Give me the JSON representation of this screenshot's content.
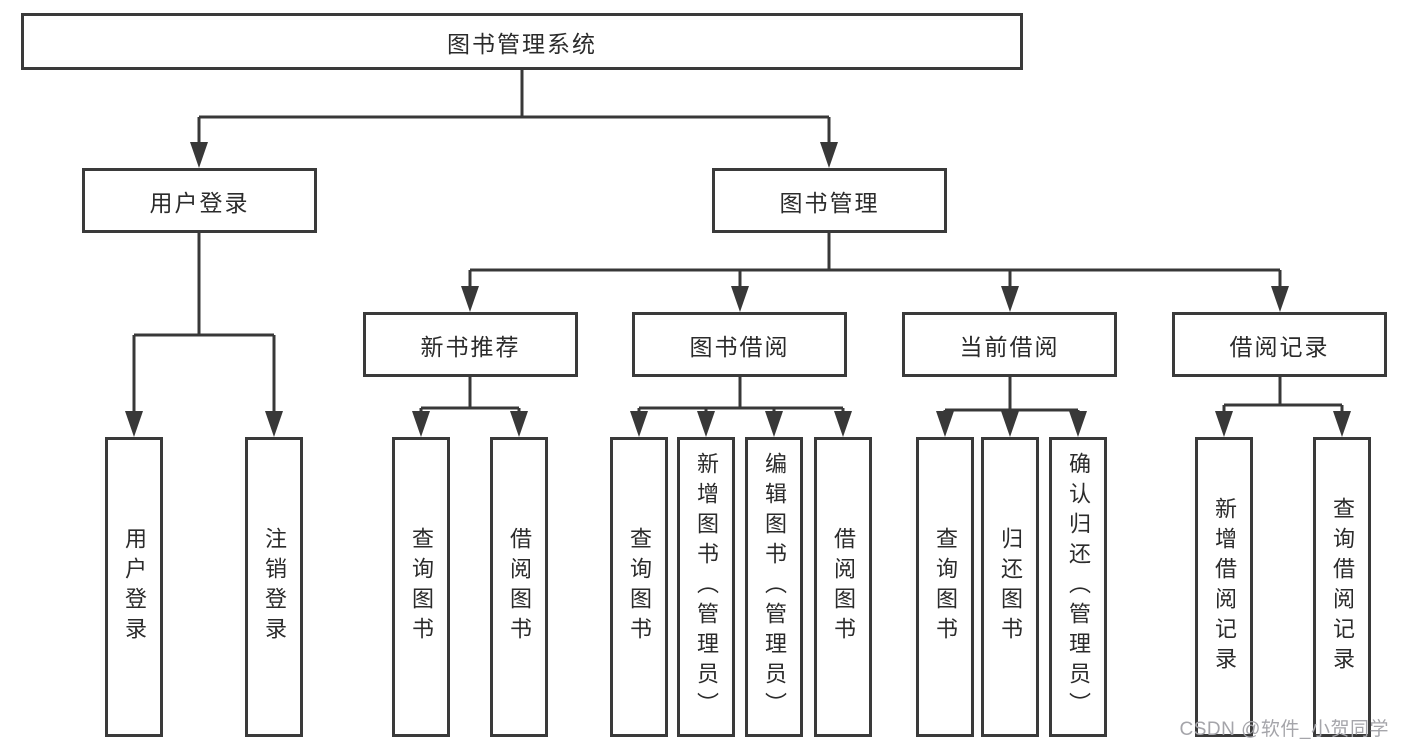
{
  "root": {
    "label": "图书管理系统"
  },
  "user_login_branch": {
    "label": "用户登录",
    "children": [
      {
        "label": "用户登录"
      },
      {
        "label": "注销登录"
      }
    ]
  },
  "book_mgmt_branch": {
    "label": "图书管理",
    "sections": [
      {
        "label": "新书推荐",
        "children": [
          {
            "label": "查询图书"
          },
          {
            "label": "借阅图书"
          }
        ]
      },
      {
        "label": "图书借阅",
        "children": [
          {
            "label": "查询图书"
          },
          {
            "label": "新增图书（管理员）"
          },
          {
            "label": "编辑图书（管理员）"
          },
          {
            "label": "借阅图书"
          }
        ]
      },
      {
        "label": "当前借阅",
        "children": [
          {
            "label": "查询图书"
          },
          {
            "label": "归还图书"
          },
          {
            "label": "确认归还（管理员）"
          }
        ]
      },
      {
        "label": "借阅记录",
        "children": [
          {
            "label": "新增借阅记录"
          },
          {
            "label": "查询借阅记录"
          }
        ]
      }
    ]
  },
  "watermark": {
    "text": "CSDN @软件_小贺同学"
  },
  "colors": {
    "background": "#ffffff",
    "box_border": "#3a3a3a",
    "connector_line": "#383838",
    "text": "#2b2b2b",
    "watermark_text": "#a5a5aa"
  }
}
